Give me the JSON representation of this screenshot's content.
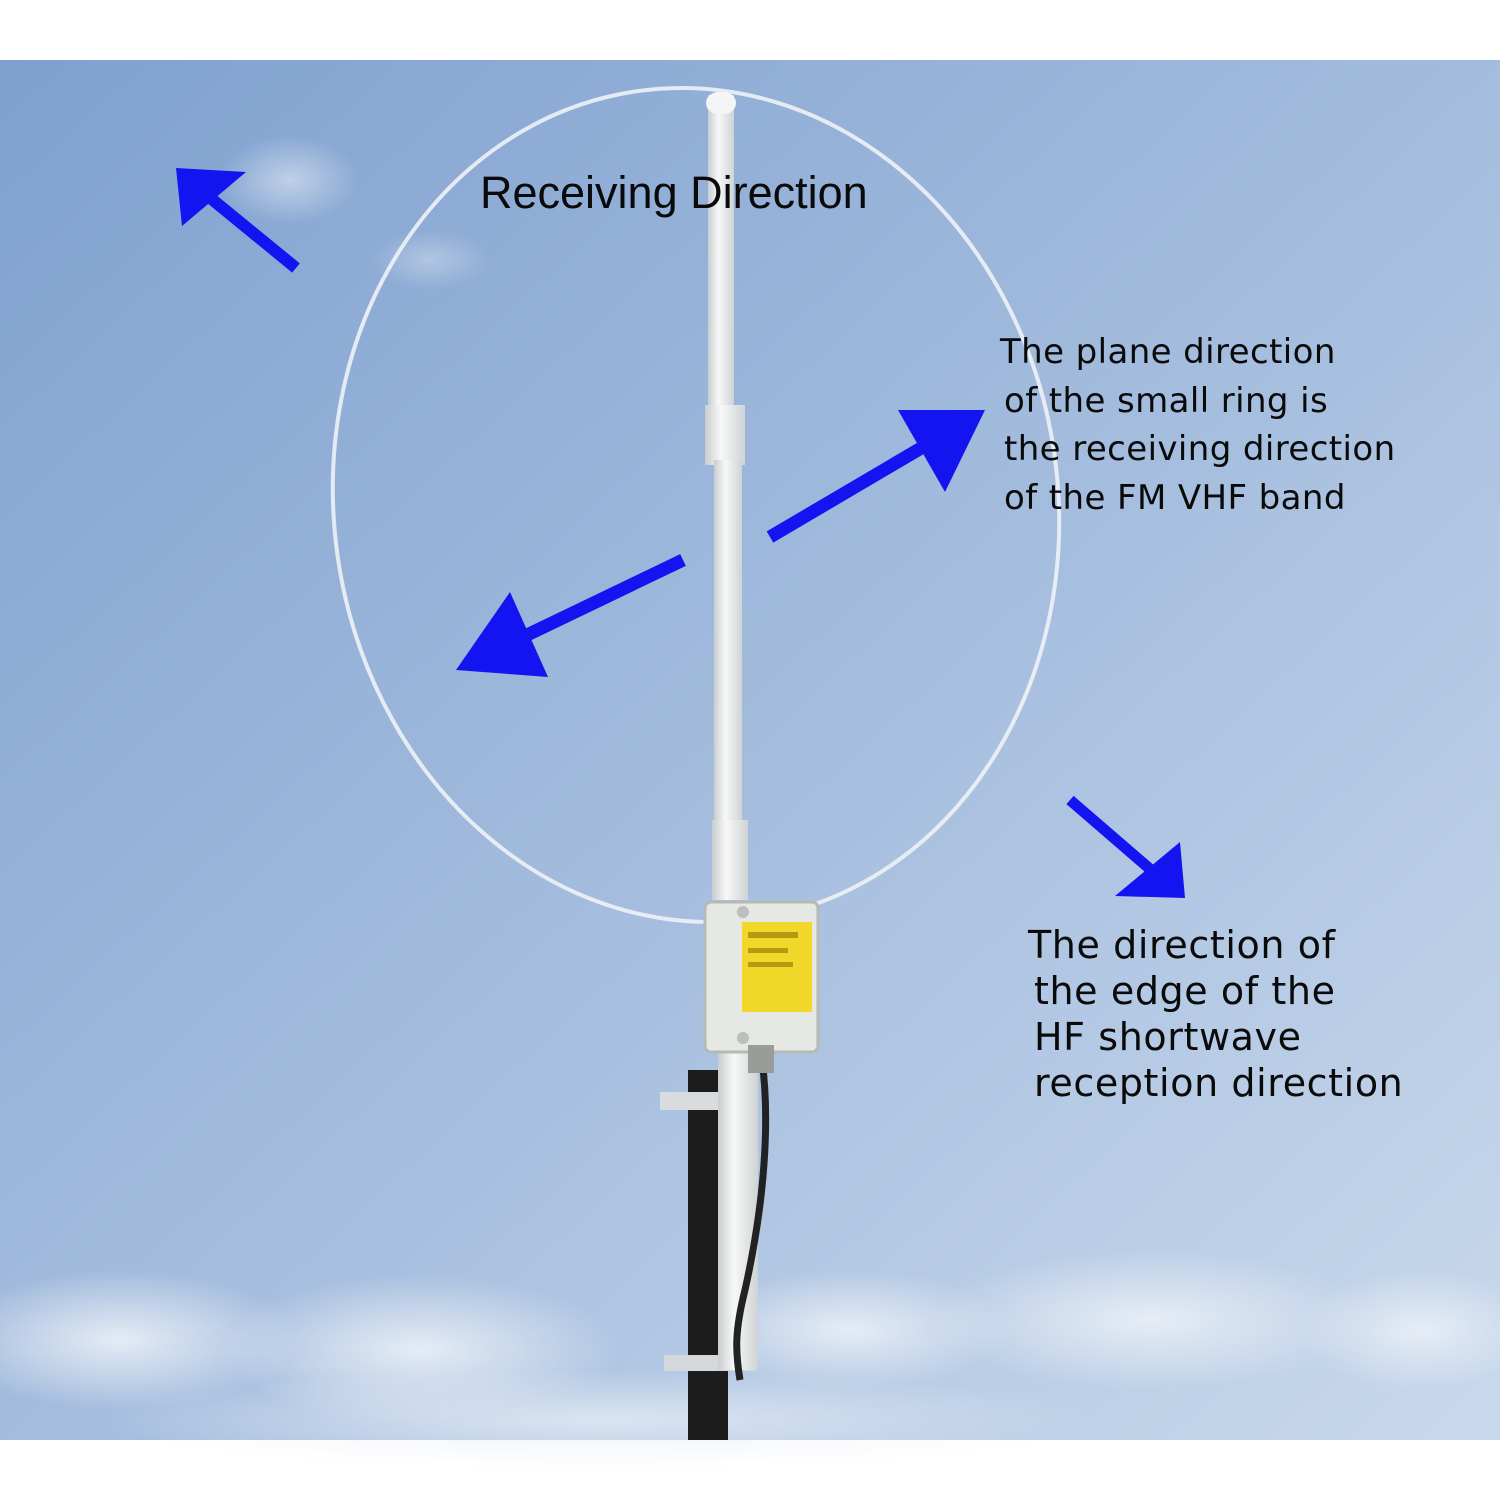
{
  "captions": {
    "receiving_direction": "Receiving Direction",
    "vhf_plane": [
      "The plane direction",
      "of the small ring is",
      "the receiving direction",
      "of the FM VHF band"
    ],
    "hf_edge": [
      "The direction of",
      "the edge of the",
      "HF shortwave",
      "reception direction"
    ]
  },
  "colors": {
    "arrow": "#1414f0",
    "sky_top": "#8aa8d2",
    "sky_bottom": "#c4d6ea",
    "mast": "#eef0ee",
    "pole": "#1c1c1c",
    "junction_box": "#e8eae6",
    "label_sticker": "#f4dc2c"
  },
  "icons": [
    "arrow-up-left-icon",
    "arrow-up-right-icon",
    "arrow-down-left-icon",
    "arrow-down-right-icon"
  ]
}
